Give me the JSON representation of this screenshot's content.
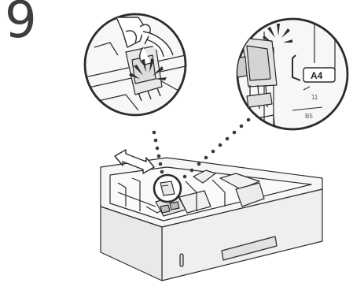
{
  "step": {
    "number": "9"
  },
  "right_callout": {
    "paper_size_label": "A4",
    "side_marks": [
      "11",
      "B5"
    ]
  },
  "colors": {
    "line": "#2b2b2b",
    "tray_fill": "#f4f4f4",
    "callout_fill": "#f7f7f7",
    "dots": "#3a3a3a"
  },
  "icons": [
    "hand-icon",
    "click-burst-icon",
    "move-arrow-icon"
  ]
}
